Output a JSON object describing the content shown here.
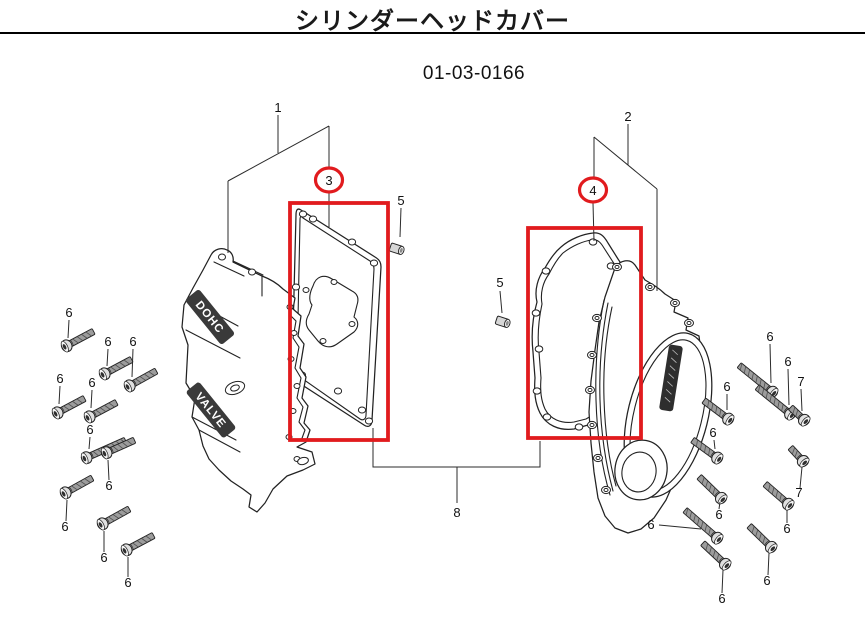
{
  "header": {
    "title": "シリンダーヘッドカバー",
    "part_number": "01-03-0166"
  },
  "callout_numbers": {
    "1": "1",
    "2": "2",
    "3": "3",
    "4": "4",
    "5": "5",
    "6": "6",
    "7": "7",
    "8": "8"
  },
  "cover_markings": {
    "left_top": "DOHC",
    "left_bottom": "VALVE"
  },
  "highlight": {
    "color": "#e11b1e",
    "boxed_callouts": [
      "3",
      "4"
    ],
    "circled_callouts": [
      "3",
      "4"
    ]
  },
  "colors": {
    "line": "#222222",
    "background": "#ffffff",
    "highlight_red": "#e11b1e"
  }
}
